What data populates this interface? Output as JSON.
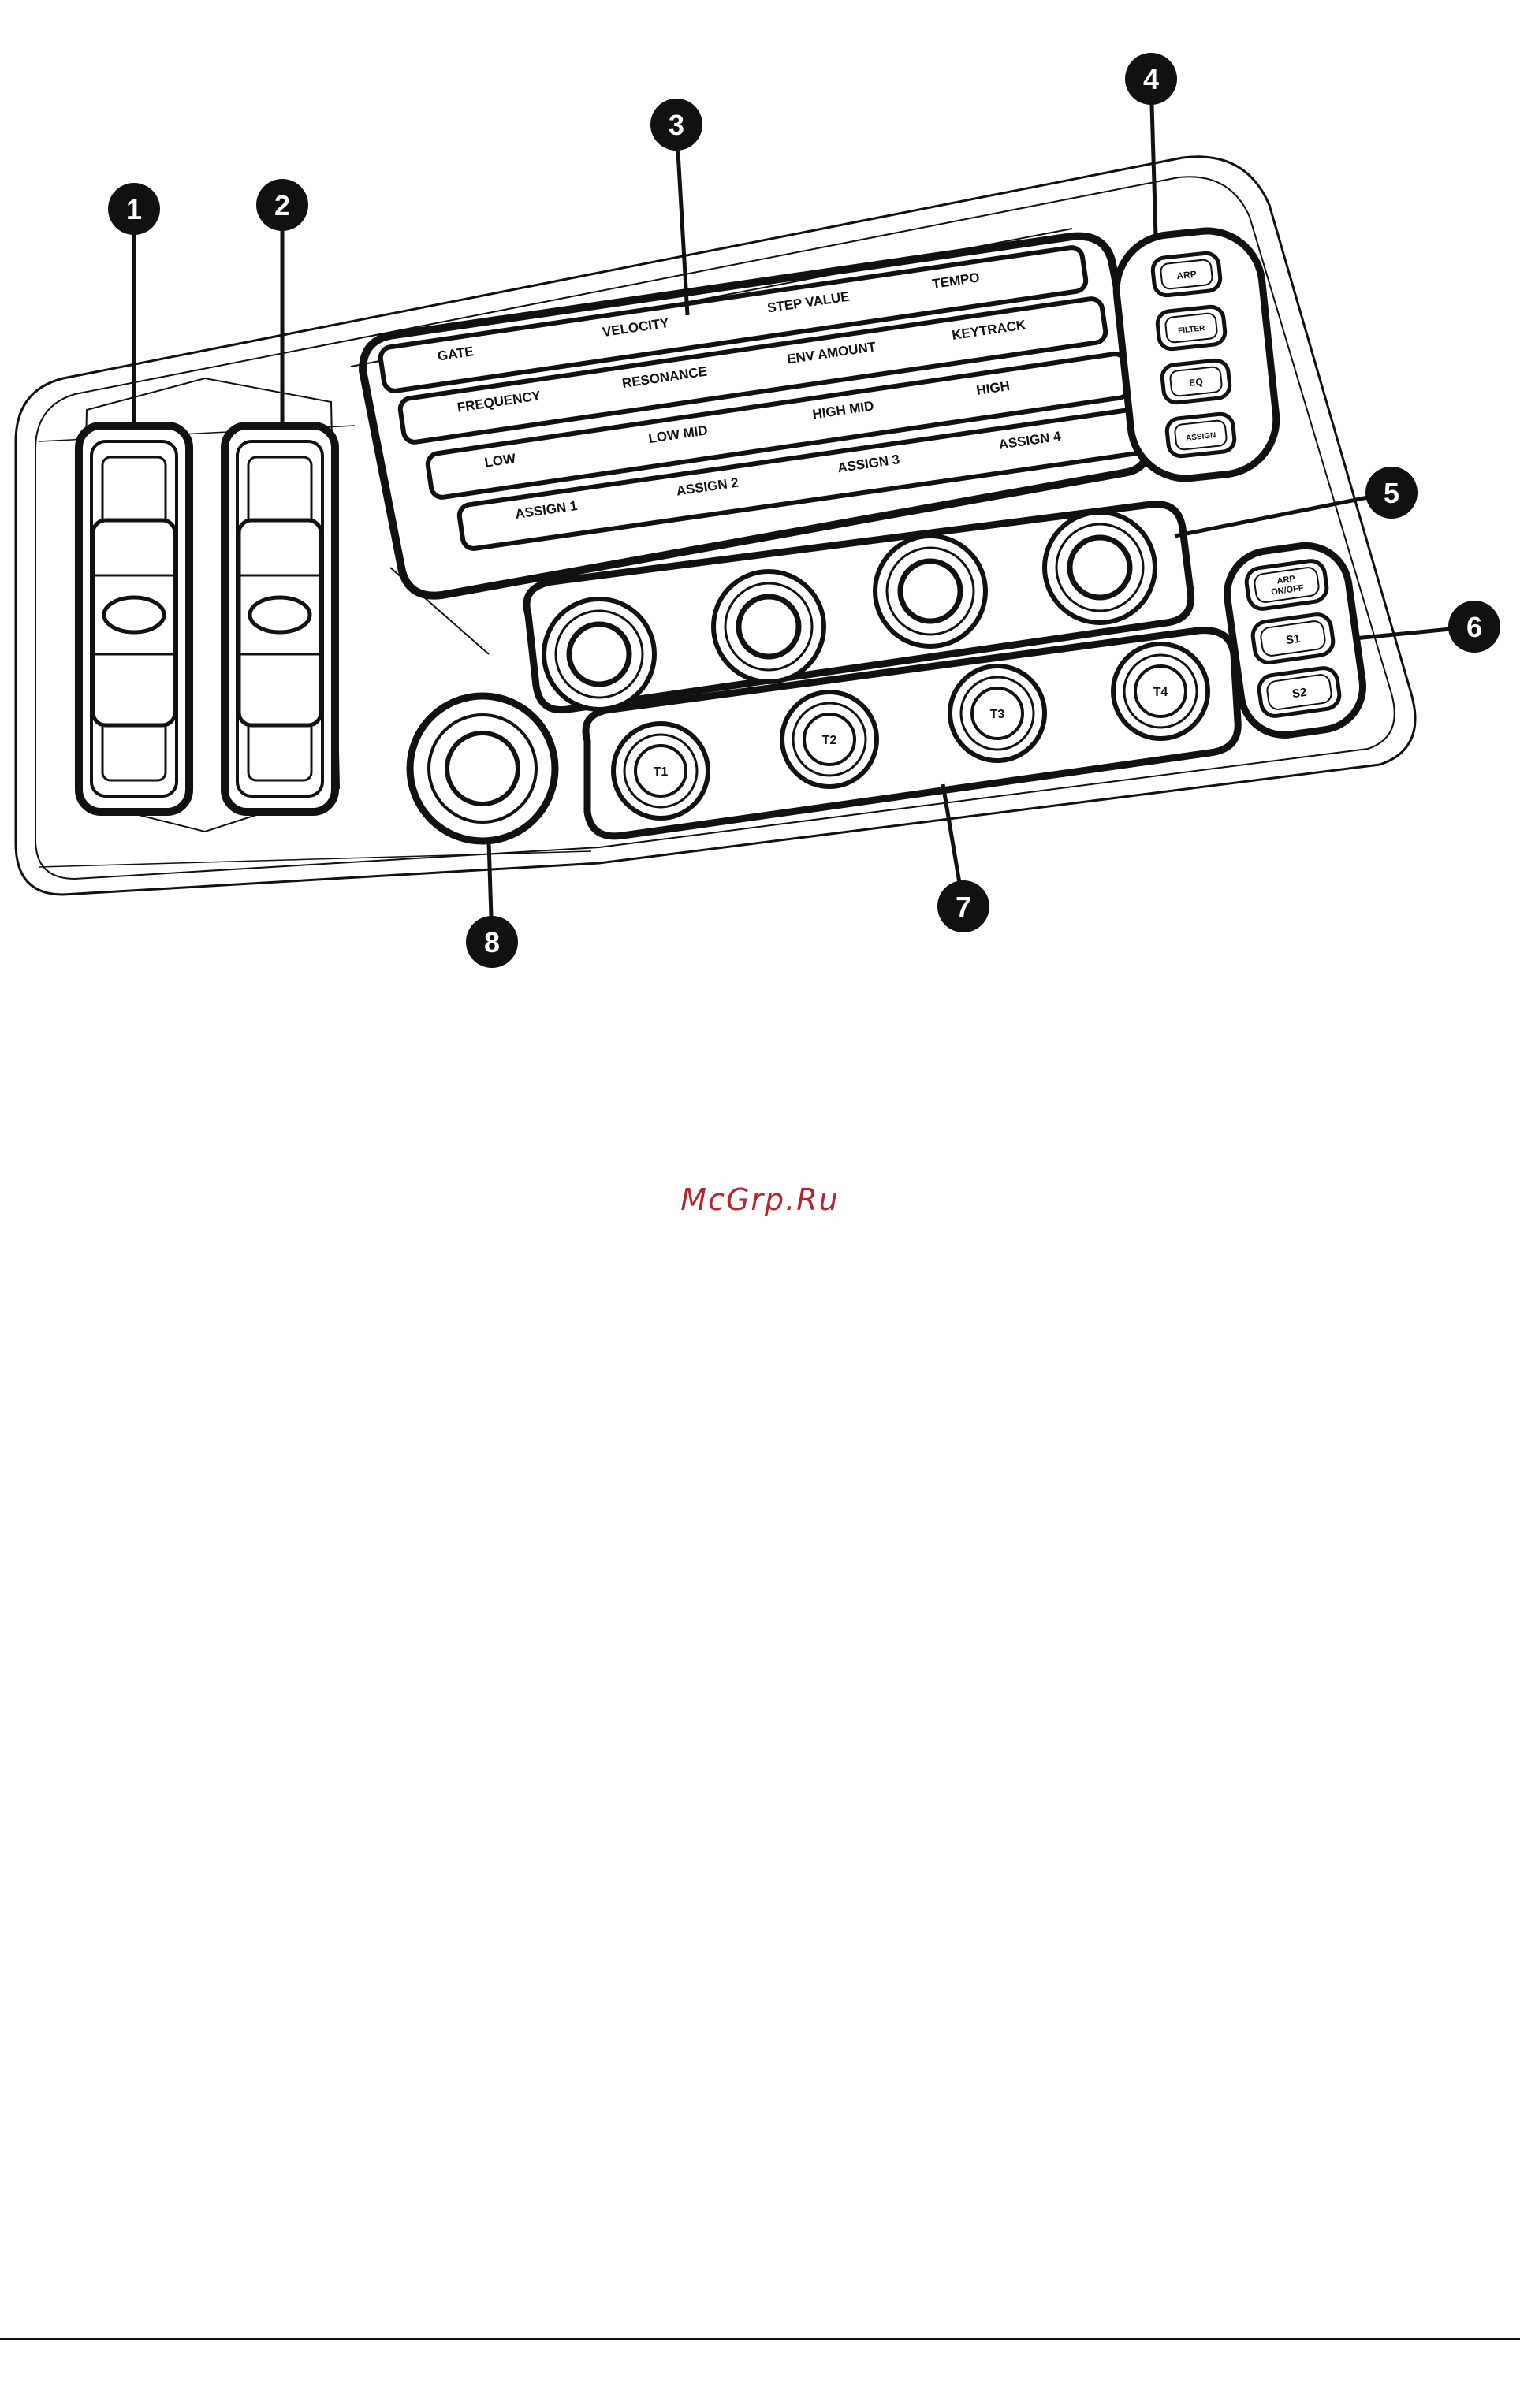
{
  "callouts": [
    "1",
    "2",
    "3",
    "4",
    "5",
    "6",
    "7",
    "8"
  ],
  "strips": [
    {
      "labels": [
        "GATE",
        "VELOCITY",
        "STEP VALUE",
        "TEMPO"
      ]
    },
    {
      "labels": [
        "FREQUENCY",
        "RESONANCE",
        "ENV AMOUNT",
        "KEYTRACK"
      ]
    },
    {
      "labels": [
        "LOW",
        "LOW MID",
        "HIGH MID",
        "HIGH"
      ]
    },
    {
      "labels": [
        "ASSIGN 1",
        "ASSIGN 2",
        "ASSIGN 3",
        "ASSIGN 4"
      ]
    }
  ],
  "mode_buttons": [
    "ARP",
    "FILTER",
    "EQ",
    "ASSIGN"
  ],
  "right_buttons": [
    "ARP ON/OFF",
    "S1",
    "S2"
  ],
  "trigger_pads": [
    "T1",
    "T2",
    "T3",
    "T4"
  ],
  "watermark": "McGrp.Ru",
  "colors": {
    "ink": "#111111",
    "watermark": "#b8242a"
  }
}
